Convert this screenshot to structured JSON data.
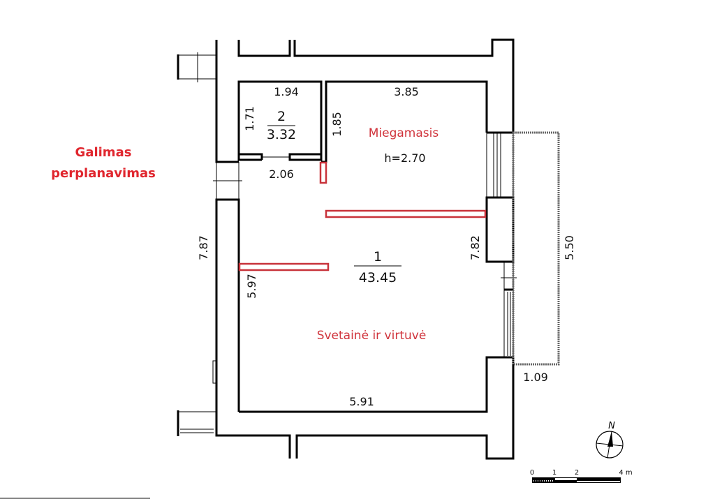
{
  "note": {
    "line1": "Galimas",
    "line2": "perplanavimas"
  },
  "rooms": [
    {
      "number": "1",
      "area": "43.45",
      "name": "Svetainė ir virtuvė"
    },
    {
      "number": "2",
      "area": "3.32"
    }
  ],
  "bedroom": {
    "name": "Miegamasis",
    "height": "h=2.70"
  },
  "dimensions": {
    "room2_top": "1.94",
    "room2_left": "1.71",
    "room2_right": "1.85",
    "room2_bottom": "2.06",
    "bedroom_top": "3.85",
    "outer_left": "7.87",
    "inner_left": "5.97",
    "inner_right": "7.82",
    "balcony_length": "5.50",
    "balcony_depth": "1.09",
    "bottom": "5.91"
  },
  "compass": {
    "label": "N"
  },
  "scale": {
    "ticks": [
      "0",
      "1",
      "2",
      "4 m"
    ]
  },
  "colors": {
    "accent": "#e0262e",
    "proposed_wall": "#c8323a"
  }
}
